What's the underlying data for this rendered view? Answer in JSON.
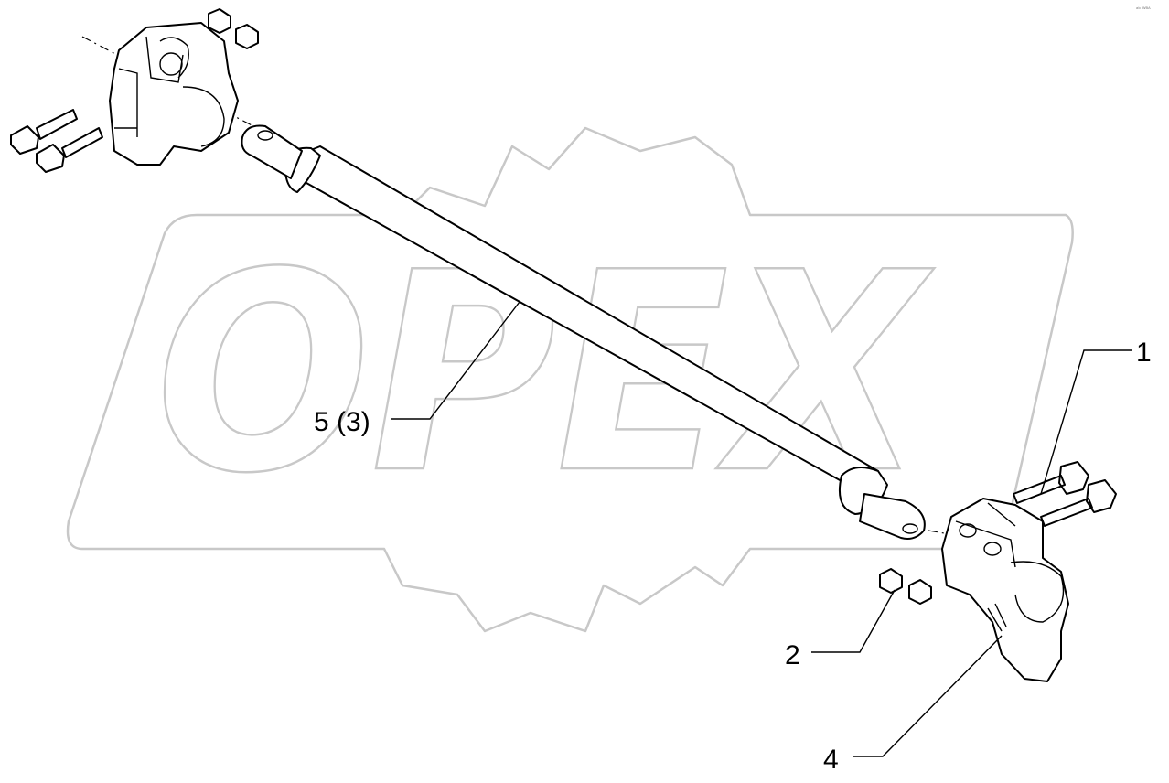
{
  "diagram": {
    "watermark_text": "OPEX",
    "corner_mark": "ᵃᵇ ᵂᴮᴬ",
    "callouts": [
      {
        "id": "1",
        "label": "1"
      },
      {
        "id": "2",
        "label": "2"
      },
      {
        "id": "4",
        "label": "4"
      },
      {
        "id": "5",
        "label": "5 (3)"
      }
    ]
  }
}
